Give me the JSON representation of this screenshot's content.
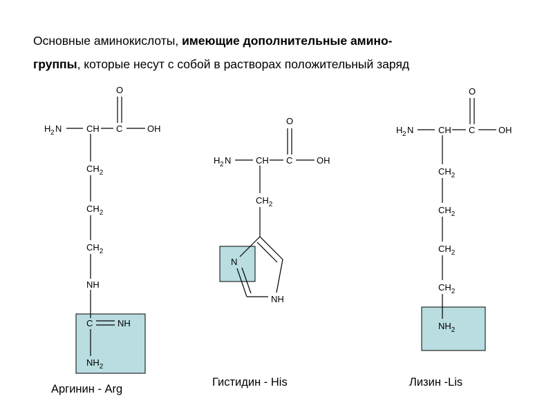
{
  "header": {
    "line1_a": "Основные аминокислоты, ",
    "line1_b": "имеющие  дополнительные  амино-",
    "line2_a": "группы",
    "line2_b": ",  которые несут с собой в растворах положительный заряд"
  },
  "atoms": {
    "o": "О",
    "c": "C",
    "ch": "CH",
    "oh": "OH",
    "h": "H",
    "n": "N",
    "nh": "NH",
    "ch_prefix": "CH",
    "sub2": "2"
  },
  "captions": {
    "arg": "Аргинин  - Arg",
    "his": "Гистидин  - His",
    "lys": "Лизин   -Lis"
  },
  "colors": {
    "highlight_fill": "#b9dde0",
    "line": "#000000"
  }
}
